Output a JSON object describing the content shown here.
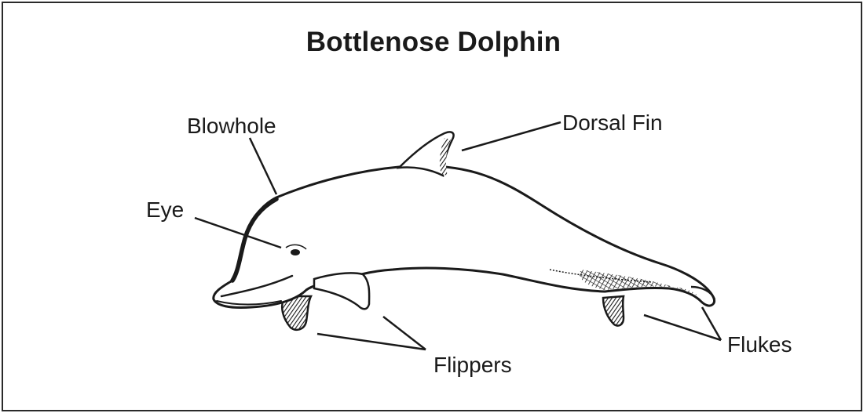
{
  "diagram": {
    "title": "Bottlenose Dolphin",
    "labels": {
      "blowhole": "Blowhole",
      "dorsal_fin": "Dorsal Fin",
      "eye": "Eye",
      "flippers": "Flippers",
      "flukes": "Flukes"
    }
  },
  "colors": {
    "ink": "#1a1a1a",
    "background": "#ffffff",
    "border": "#2a2a2a"
  }
}
